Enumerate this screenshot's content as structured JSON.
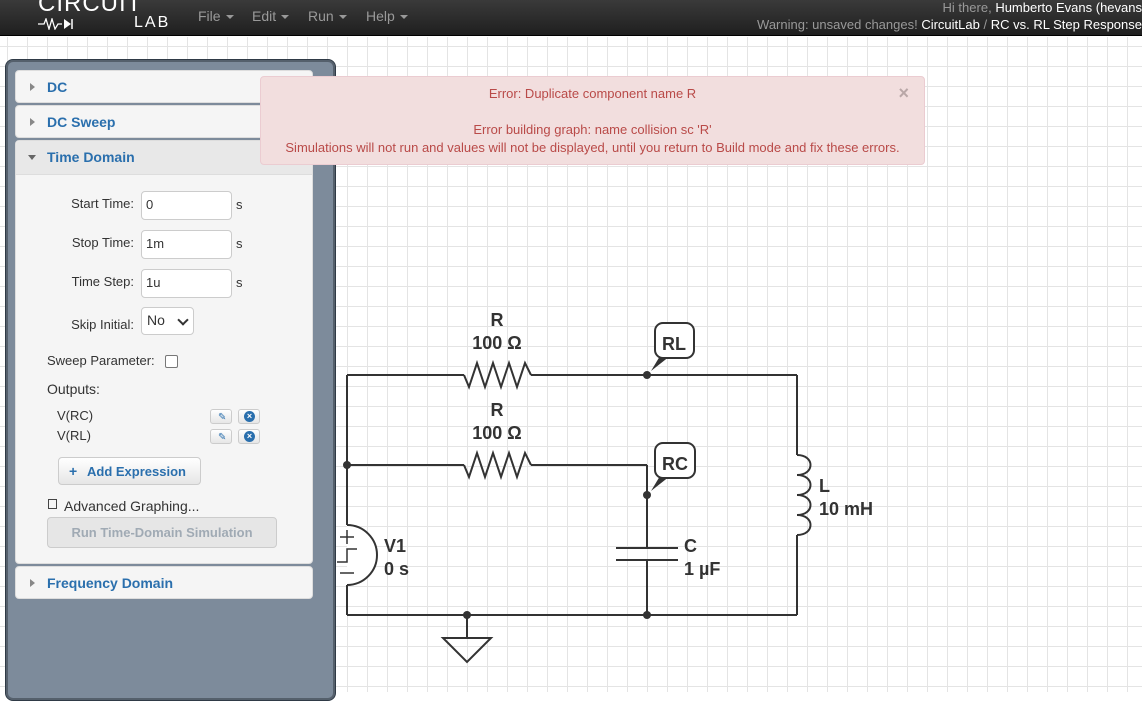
{
  "topbar": {
    "logo_top": "CIRCUIT",
    "logo_bottom": "LAB",
    "menus": [
      "File",
      "Edit",
      "Run",
      "Help"
    ],
    "greeting": "Hi there,",
    "user_name": "Humberto Evans (hevans",
    "warning": "Warning: unsaved changes!",
    "crumb_site": "CircuitLab",
    "crumb_sep": "/",
    "crumb_doc": "RC vs. RL Step Response"
  },
  "sidebar": {
    "sections": [
      "DC",
      "DC Sweep",
      "Time Domain",
      "Frequency Domain"
    ],
    "time_domain": {
      "start_label": "Start Time:",
      "start_value": "0",
      "stop_label": "Stop Time:",
      "stop_value": "1m",
      "step_label": "Time Step:",
      "step_value": "1u",
      "unit": "s",
      "skip_label": "Skip Initial:",
      "skip_value": "No",
      "sweep_label": "Sweep Parameter:",
      "outputs_label": "Outputs:",
      "outputs": [
        "V(RC)",
        "V(RL)"
      ],
      "add_expression": "Add Expression",
      "advanced": "Advanced Graphing...",
      "run_button": "Run Time-Domain Simulation"
    }
  },
  "alert": {
    "line1": "Error: Duplicate component name R",
    "line2": "Error building graph: name collision sc 'R'",
    "line3": "Simulations will not run and values will not be displayed, until you return to Build mode and fix these errors.",
    "close": "×"
  },
  "circuit": {
    "r1_name": "R",
    "r1_value": "100 Ω",
    "r2_name": "R",
    "r2_value": "100 Ω",
    "probe_rl": "RL",
    "probe_rc": "RC",
    "l_name": "L",
    "l_value": "10 mH",
    "c_name": "C",
    "c_value": "1 µF",
    "v_name": "V1",
    "v_value": "0 s"
  }
}
